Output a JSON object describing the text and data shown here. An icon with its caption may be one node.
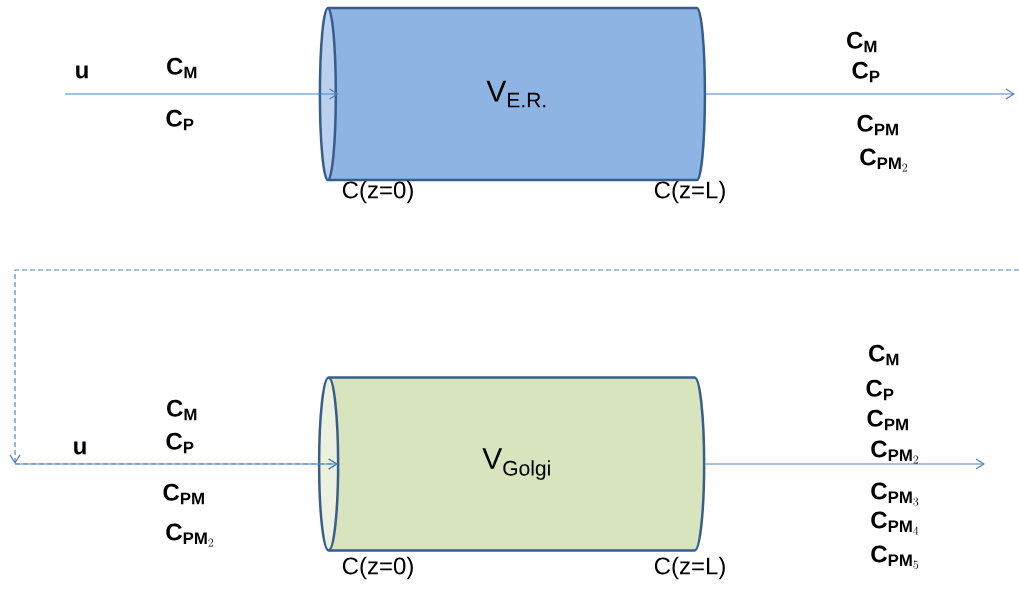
{
  "diagram": {
    "nodes": [
      {
        "text": [
          "V$_{E.R.}$"
        ],
        "beside": [
          "C(z=0)",
          "C(z=L)"
        ]
      },
      {
        "text": [
          "V$_{Golgi}$"
        ],
        "beside": [
          "C(z=0)",
          "C(z=L)"
        ]
      }
    ],
    "edges": [
      {
        "from": null,
        "to": 0,
        "arrow": "to"
      },
      {
        "from": 0,
        "to": null,
        "arrow": "to"
      },
      {
        "from": null,
        "to": 1,
        "arrow": "to",
        "style": "dashed"
      },
      {
        "from": null,
        "to": 1,
        "arrow": "to"
      },
      {
        "from": 1,
        "to": null,
        "arrow": "to"
      }
    ],
    "labels": [
      "u",
      "\\mathbf{C}_{\\mathbf{M}}",
      "\\mathbf{C}_{\\mathbf{P}}",
      "\\mathbf{C}_{\\mathbf{M}}",
      "\\mathbf{C}_{\\mathbf{P}}",
      "\\mathbf{C}_{\\mathbf{PM}}",
      "\\mathbf{C}_{\\mathbf{PM}_2}",
      "\\mathbf{C}_{\\mathbf{M}}",
      "u",
      "\\mathbf{C}_{\\mathbf{P}}",
      "\\mathbf{C}_{\\mathbf{PM}}",
      "\\mathbf{C}_{\\mathbf{PM}_2}",
      "\\mathbf{C}_{\\mathbf{M}}",
      "\\mathbf{C}_{\\mathbf{P}}",
      "\\mathbf{C}_{\\mathbf{PM}}",
      "\\mathbf{C}_{\\mathbf{PM}_2}",
      "\\mathbf{C}_{\\mathbf{PM}_3}",
      "\\mathbf{C}_{\\mathbf{PM}_4}",
      "\\mathbf{C}_{\\mathbf{PM}_5}"
    ]
  }
}
